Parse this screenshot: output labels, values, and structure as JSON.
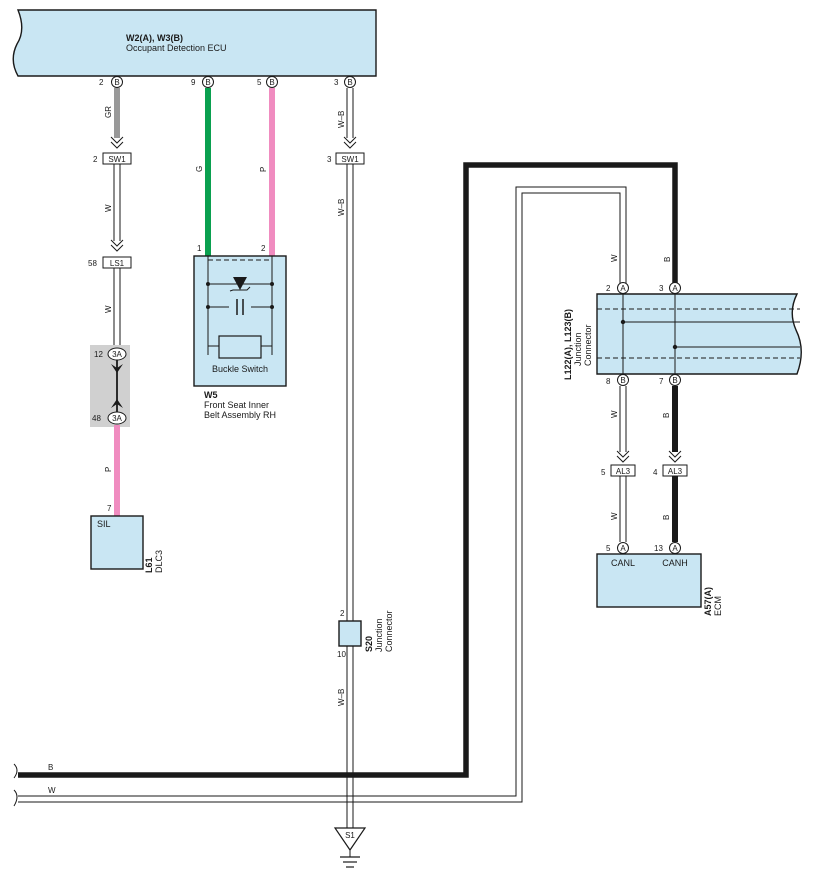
{
  "ecu_occupant": {
    "code": "W2(A), W3(B)",
    "name": "Occupant Detection ECU"
  },
  "ecu_pins": [
    {
      "pin": "2",
      "conn": "B",
      "wire": "GR"
    },
    {
      "pin": "9",
      "conn": "B",
      "wire": "G"
    },
    {
      "pin": "5",
      "conn": "B",
      "wire": "P"
    },
    {
      "pin": "3",
      "conn": "B",
      "wire": "W–B"
    }
  ],
  "connector_sw1": {
    "name": "SW1",
    "pin_left": "2",
    "pin_right": "3"
  },
  "wire_sw1_left_below": "W",
  "wire_sw1_right_below": "W–B",
  "connector_ls1": {
    "name": "LS1",
    "pin": "58"
  },
  "wire_ls1_below": "W",
  "connector_3a": {
    "name": "3A",
    "pin_top": "12",
    "pin_bottom": "48"
  },
  "wire_3a_below": "P",
  "dlc3": {
    "pin": "7",
    "label": "SIL",
    "code": "L61",
    "name": "DLC3"
  },
  "buckle": {
    "pin1": "1",
    "pin2": "2",
    "label": "Buckle Switch",
    "code": "W5",
    "name_line1": "Front Seat Inner",
    "name_line2": "Belt Assembly RH"
  },
  "junction_s20": {
    "code": "S20",
    "name_line1": "Junction",
    "name_line2": "Connector",
    "pin_top": "2",
    "pin_bottom": "10"
  },
  "wire_s20_below": "W–B",
  "ground": {
    "label": "S1"
  },
  "bus_wires": {
    "b": "B",
    "w": "W"
  },
  "junction_l122": {
    "code": "L122(A), L123(B)",
    "name_line1": "Junction",
    "name_line2": "Connector",
    "pin_top_left": "2",
    "conn_top_left": "A",
    "pin_top_right": "3",
    "conn_top_right": "A",
    "pin_bot_left": "8",
    "conn_bot_left": "B",
    "pin_bot_right": "7",
    "conn_bot_right": "B"
  },
  "wire_top_left": "W",
  "wire_top_right": "B",
  "wire_mid_left": "W",
  "wire_mid_right": "B",
  "connector_al3": {
    "name": "AL3",
    "pin_left": "5",
    "pin_right": "4"
  },
  "wire_al3_left": "W",
  "wire_al3_right": "B",
  "ecm": {
    "pin_left": "5",
    "conn_left": "A",
    "pin_right": "13",
    "conn_right": "A",
    "label_left": "CANL",
    "label_right": "CANH",
    "code": "A57(A)",
    "name": "ECM"
  },
  "colors": {
    "box_fill": "#c9e6f3",
    "green": "#0aa04f",
    "pink": "#f08cc0",
    "gray": "#999999",
    "black": "#1a1a1a",
    "shade": "#d0d0d0"
  }
}
